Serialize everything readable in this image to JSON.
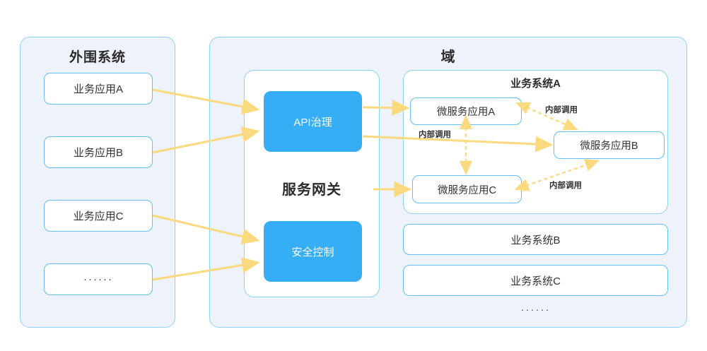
{
  "diagram": {
    "type": "architecture-diagram",
    "colors": {
      "panel_fill": "#EDF2FB",
      "panel_border": "#8FD0F7",
      "box_border": "#62C0F5",
      "accent_blue": "#36AEF5",
      "arrow": "#FAD97F",
      "text": "#333333"
    }
  },
  "left_panel": {
    "title": "外围系统",
    "items": [
      {
        "label": "业务应用A"
      },
      {
        "label": "业务应用B"
      },
      {
        "label": "业务应用C"
      },
      {
        "label": "······"
      }
    ]
  },
  "domain_panel": {
    "title": "域"
  },
  "gateway": {
    "label": "服务网关",
    "blocks": [
      {
        "label": "API治理"
      },
      {
        "label": "安全控制"
      }
    ]
  },
  "business_system_a": {
    "title": "业务系统A",
    "services": [
      {
        "label": "微服务应用A"
      },
      {
        "label": "微服务应用B"
      },
      {
        "label": "微服务应用C"
      }
    ],
    "edge_labels": [
      {
        "label": "内部调用"
      },
      {
        "label": "内部调用"
      },
      {
        "label": "内部调用"
      }
    ]
  },
  "other_systems": [
    {
      "label": "业务系统B"
    },
    {
      "label": "业务系统C"
    }
  ],
  "trailing_dots": "······"
}
